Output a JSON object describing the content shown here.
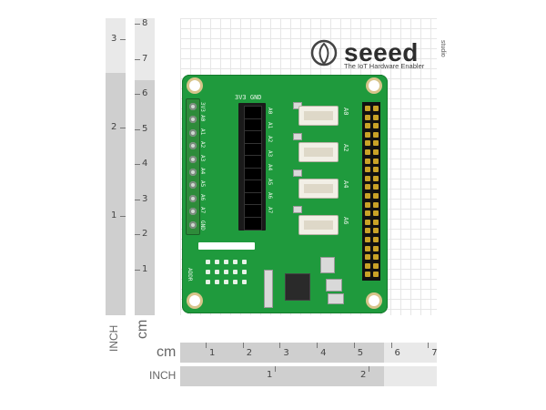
{
  "logo": {
    "brand": "seeed",
    "studio": "studio",
    "tagline": "The IoT Hardware Enabler"
  },
  "vertical_ruler": {
    "cm_ticks": [
      "1",
      "2",
      "3",
      "4",
      "5",
      "6",
      "7",
      "8"
    ],
    "inch_ticks": [
      "1",
      "2",
      "3"
    ],
    "cm_label": "cm",
    "inch_label": "INCH"
  },
  "horizontal_ruler": {
    "cm_ticks": [
      "1",
      "2",
      "3",
      "4",
      "5",
      "6",
      "7"
    ],
    "inch_ticks": [
      "1",
      "2"
    ],
    "cm_label": "cm",
    "inch_label": "INCH"
  },
  "board": {
    "left_labels": [
      "3V3",
      "A0",
      "A1",
      "A2",
      "A3",
      "A4",
      "A5",
      "A6",
      "A7",
      "GND"
    ],
    "header_title": "3V3  GND",
    "header_labels": [
      "A0",
      "A1",
      "A2",
      "A3",
      "A4",
      "A5",
      "A6",
      "A7"
    ],
    "grove_labels": [
      "A0",
      "A2",
      "A4",
      "A6"
    ],
    "addr_label": "ADDR",
    "colors": {
      "pcb": "#1f9a3d",
      "silk": "#e8f5e9",
      "terminal": "#2e8b3a",
      "header": "#1a1a1a",
      "grove": "#f2efe6"
    }
  }
}
